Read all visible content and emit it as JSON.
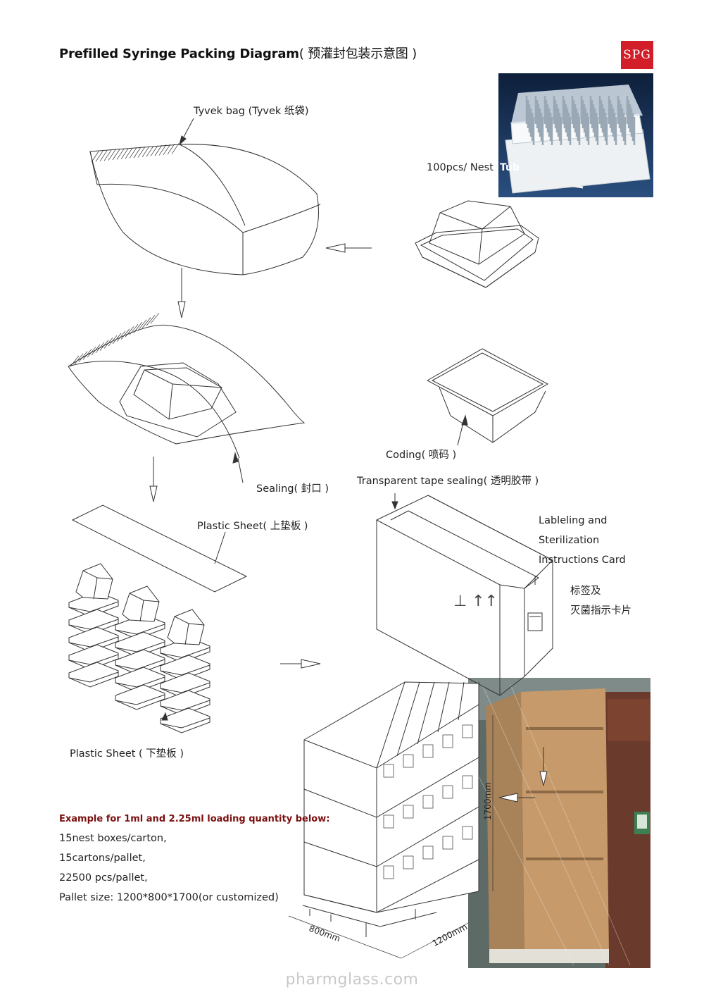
{
  "title": {
    "en": "Prefilled Syringe Packing Diagram",
    "zh": "( 预灌封包装示意图 )"
  },
  "logo": {
    "text": "SPG",
    "color": "#d21e28"
  },
  "labels": {
    "tyvek_bag": "Tyvek bag (Tyvek 纸袋)",
    "nest_tub": "100pcs/ Nest",
    "tub_tag": "Tub",
    "sealing": "Sealing( 封口 )",
    "coding": "Coding( 喷码 )",
    "transparent_tape": "Transparent tape sealing( 透明胶带 )",
    "plastic_sheet_top": "Plastic Sheet( 上垫板 )",
    "plastic_sheet_bottom": "Plastic Sheet ( 下垫板 )",
    "labeling_en_1": "Lableling and",
    "labeling_en_2": "Sterilization",
    "labeling_en_3": "Instructions Card",
    "labeling_zh_1": "标签及",
    "labeling_zh_2": "灭菌指示卡片",
    "dim_800": "800mm",
    "dim_1200": "1200mm",
    "dim_1700": "1700mm"
  },
  "example": {
    "heading": "Example for 1ml and 2.25ml loading quantity below:",
    "lines": [
      "15nest boxes/carton,",
      "15cartons/pallet,",
      "22500 pcs/pallet,",
      "Pallet size: 1200*800*1700(or customized)"
    ]
  },
  "watermark": "pharmglass.com"
}
